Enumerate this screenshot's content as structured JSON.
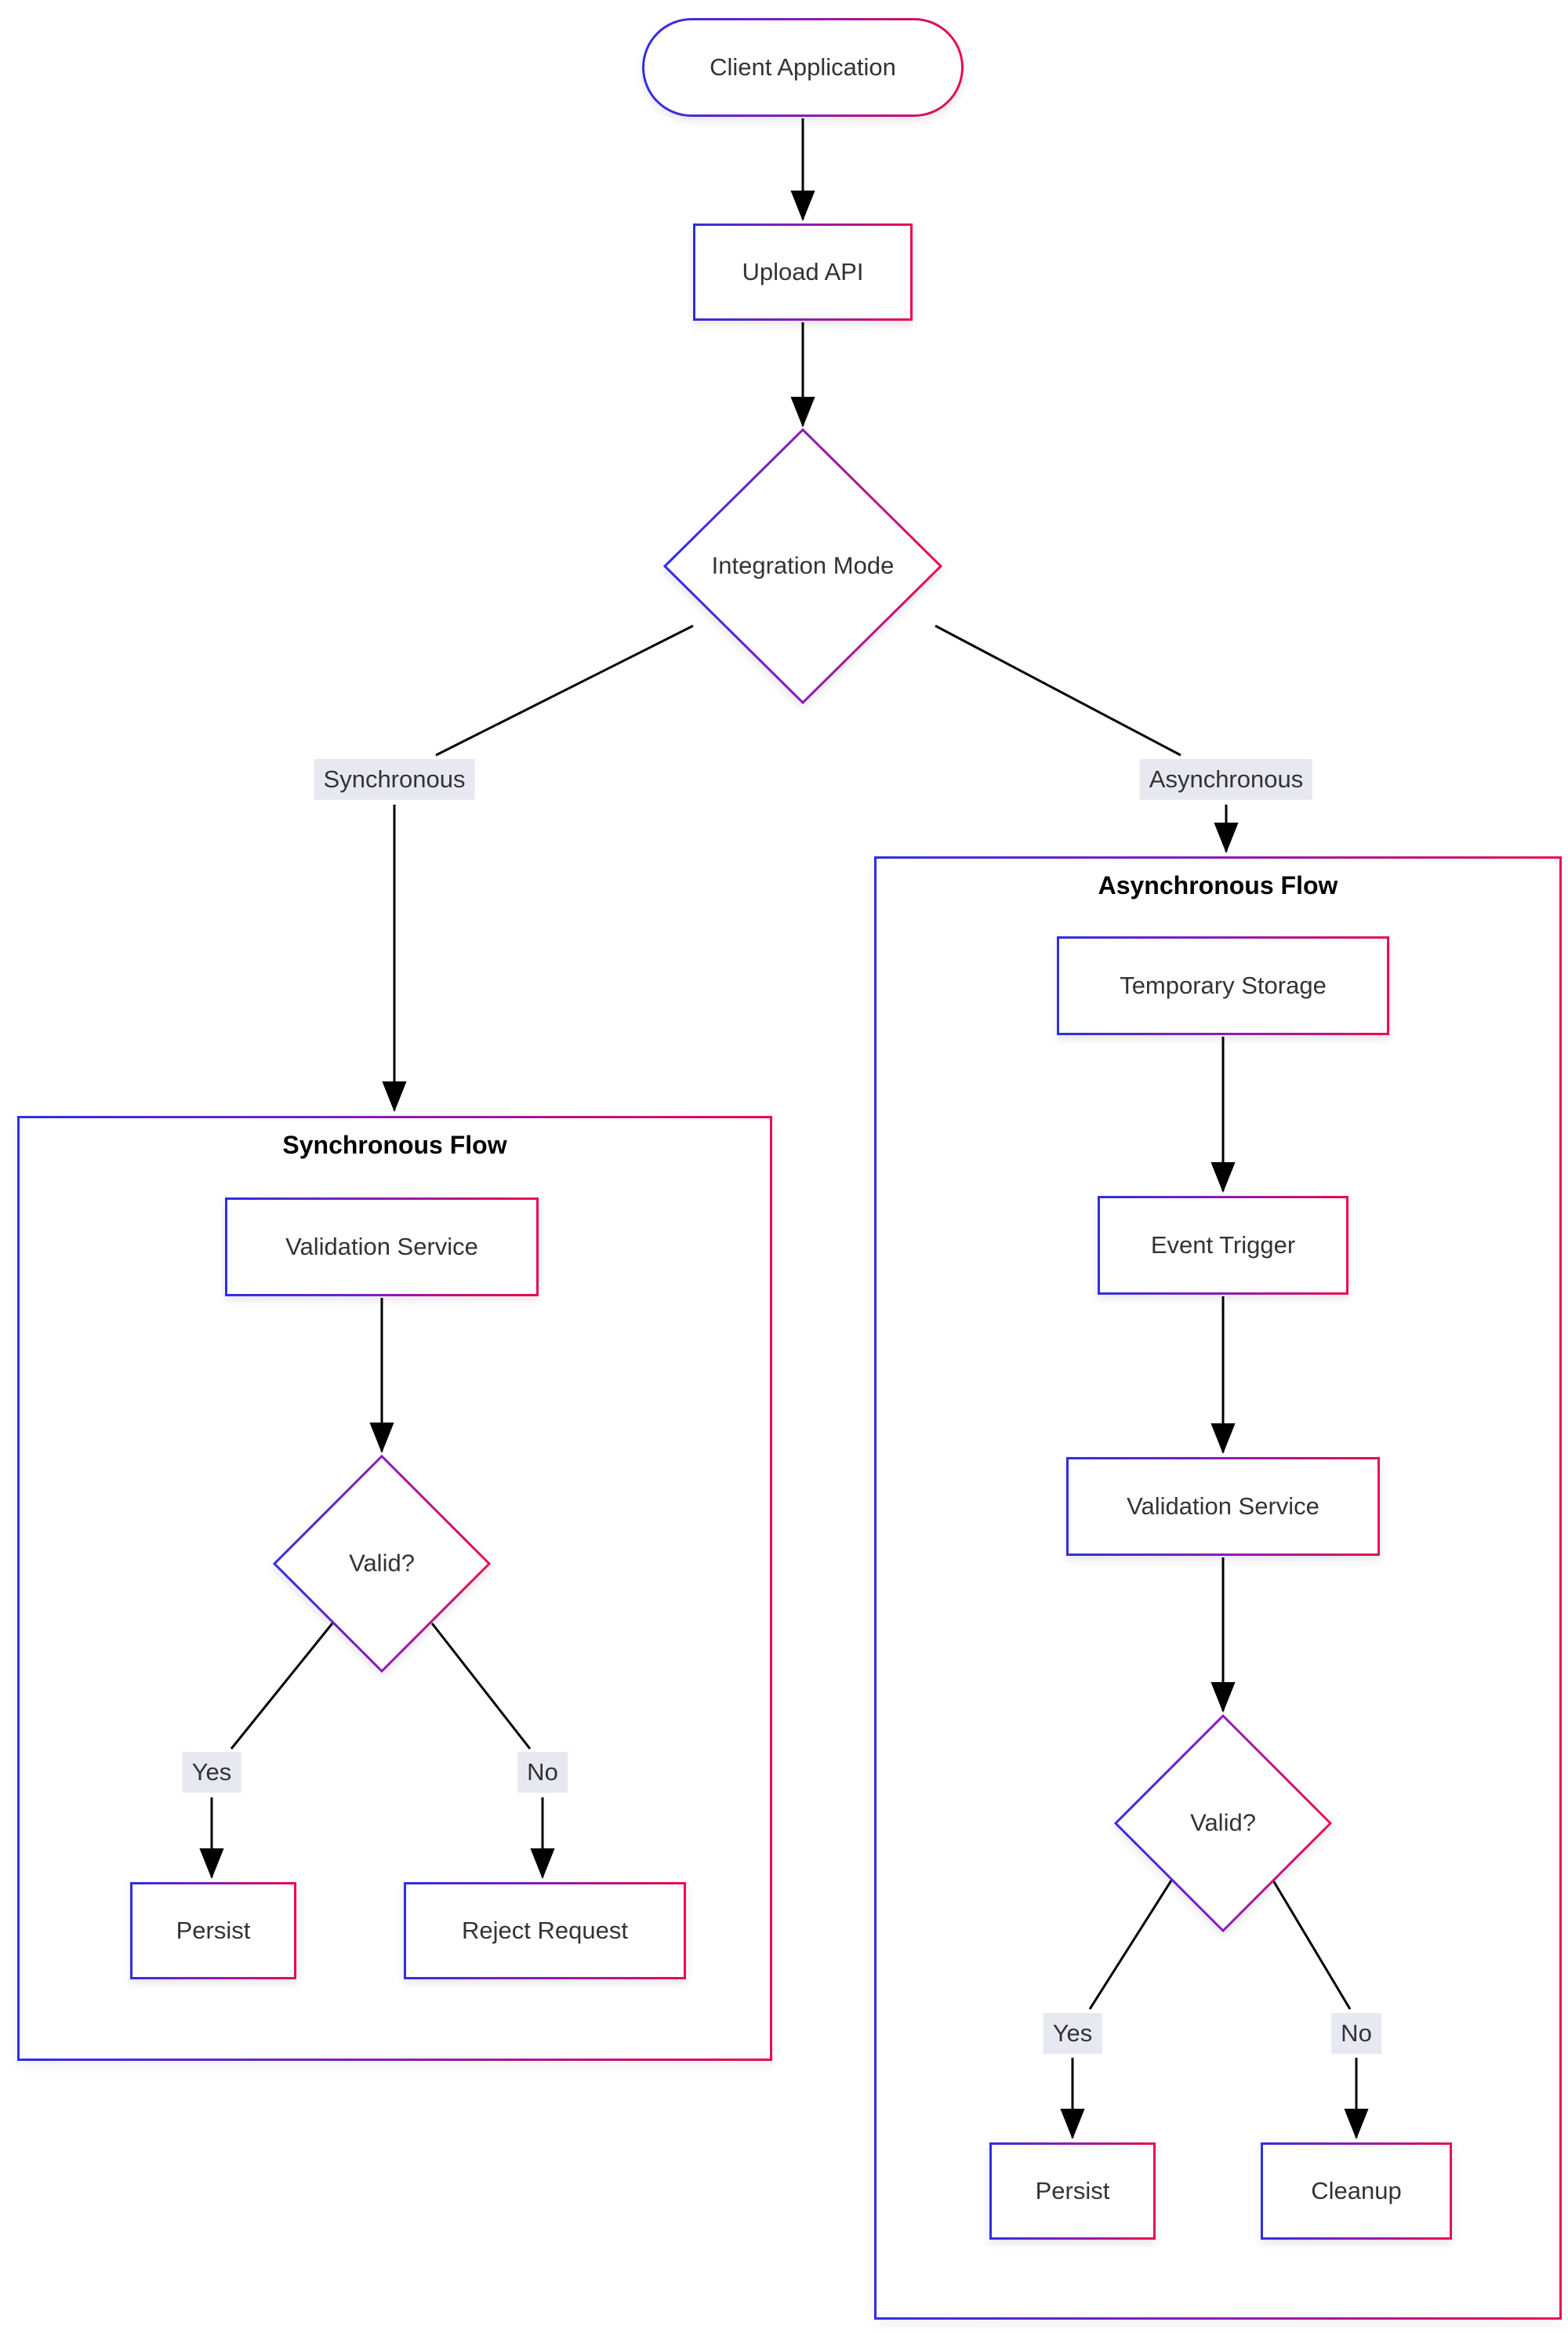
{
  "nodes": {
    "client_application": "Client Application",
    "upload_api": "Upload API",
    "integration_mode": "Integration Mode",
    "validation_service_sync": "Validation Service",
    "valid_sync": "Valid?",
    "persist_sync": "Persist",
    "reject_request": "Reject Request",
    "temporary_storage": "Temporary Storage",
    "event_trigger": "Event Trigger",
    "validation_service_async": "Validation Service",
    "valid_async": "Valid?",
    "persist_async": "Persist",
    "cleanup": "Cleanup"
  },
  "subgraphs": {
    "sync_title": "Synchronous Flow",
    "async_title": "Asynchronous Flow"
  },
  "edge_labels": {
    "synchronous": "Synchronous",
    "asynchronous": "Asynchronous",
    "yes_sync": "Yes",
    "no_sync": "No",
    "yes_async": "Yes",
    "no_async": "No"
  },
  "colors": {
    "gradient_start": "#2f2fe2",
    "gradient_mid": "#8a1cb8",
    "gradient_end": "#ea0b50",
    "line": "#000000",
    "text": "#333333",
    "title": "#000000",
    "label_bg": "#e8e8f0",
    "node_bg": "#ffffff",
    "page_bg": "#ffffff"
  }
}
